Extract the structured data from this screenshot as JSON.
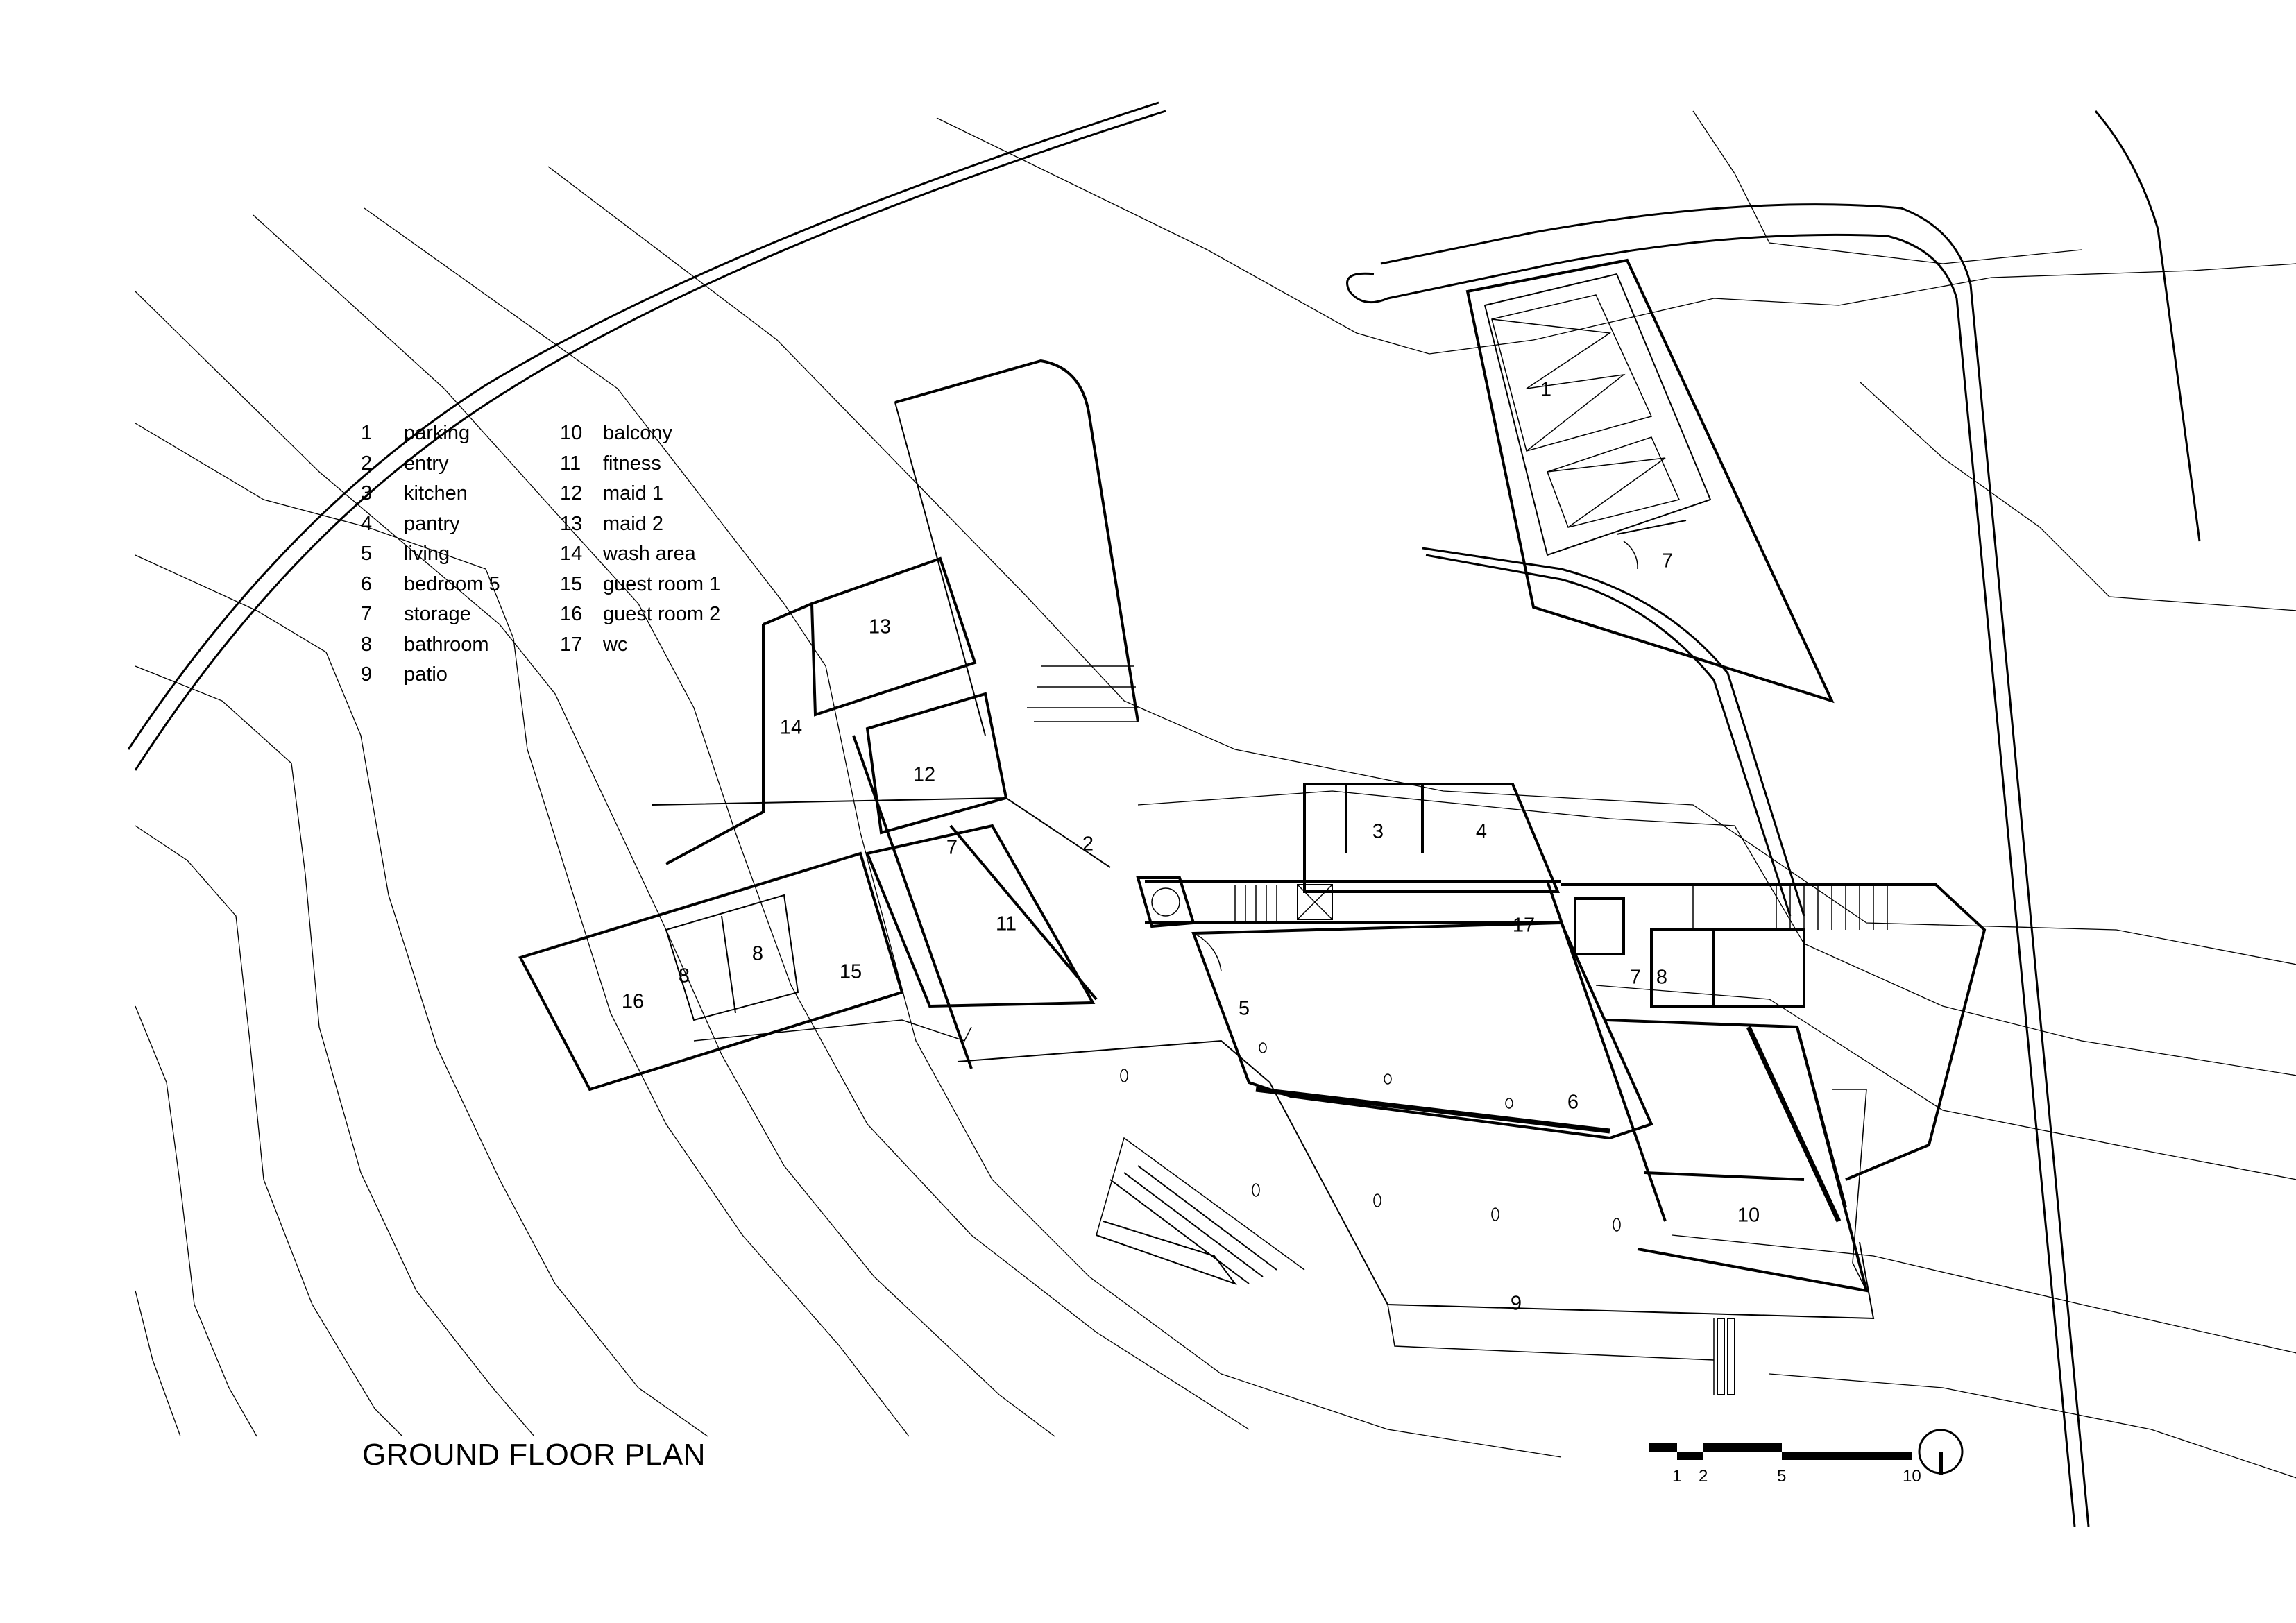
{
  "title": "GROUND FLOOR PLAN",
  "legend": {
    "left": [
      {
        "num": "1",
        "label": "parking"
      },
      {
        "num": "2",
        "label": "entry"
      },
      {
        "num": "3",
        "label": "kitchen"
      },
      {
        "num": "4",
        "label": "pantry"
      },
      {
        "num": "5",
        "label": "living"
      },
      {
        "num": "6",
        "label": "bedroom 5"
      },
      {
        "num": "7",
        "label": "storage"
      },
      {
        "num": "8",
        "label": "bathroom"
      },
      {
        "num": "9",
        "label": "patio"
      }
    ],
    "right": [
      {
        "num": "10",
        "label": "balcony"
      },
      {
        "num": "11",
        "label": "fitness"
      },
      {
        "num": "12",
        "label": "maid 1"
      },
      {
        "num": "13",
        "label": "maid 2"
      },
      {
        "num": "14",
        "label": "wash area"
      },
      {
        "num": "15",
        "label": "guest room 1"
      },
      {
        "num": "16",
        "label": "guest room 2"
      },
      {
        "num": "17",
        "label": "wc"
      }
    ]
  },
  "room_tags": {
    "parking": "1",
    "storage_parking": "7",
    "entry": "2",
    "kitchen": "3",
    "pantry": "4",
    "living": "5",
    "bedroom5": "6",
    "storage_west": "7",
    "storage_east": "7",
    "bath_west_a": "8",
    "bath_west_b": "8",
    "bath_east": "8",
    "patio": "9",
    "balcony": "10",
    "fitness": "11",
    "maid1": "12",
    "maid2": "13",
    "wash": "14",
    "guest1": "15",
    "guest2": "16",
    "wc": "17"
  },
  "scale_bar": {
    "ticks": [
      "1",
      "2",
      "5",
      "10"
    ]
  },
  "north_arrow": "north-indicator"
}
